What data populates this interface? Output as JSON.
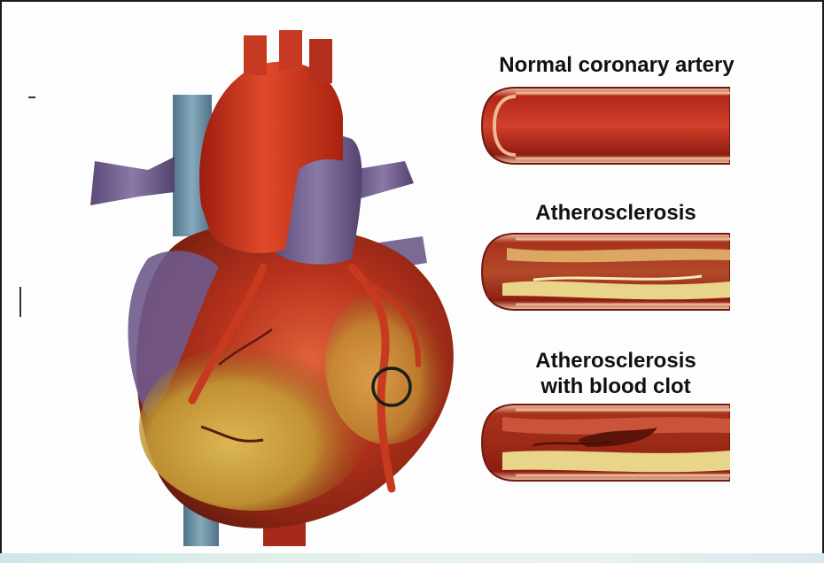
{
  "labels": {
    "normal": "Normal coronary artery",
    "athero": "Atherosclerosis",
    "athero_clot_line1": "Atherosclerosis",
    "athero_clot_line2": "with blood clot"
  },
  "colors": {
    "artery_red": "#b3261a",
    "artery_dark": "#6f1a10",
    "plaque_yellow": "#e9d58a",
    "clot_dark": "#5a1408",
    "heart_red": "#b8321d",
    "heart_yellow": "#c9a53a",
    "vein_purple": "#6e5a8c",
    "vena_blue": "#6f93a8"
  },
  "icons": {
    "heart": "heart-illustration",
    "marker": "circle-marker",
    "artery_normal": "artery-normal-icon",
    "artery_plaque": "artery-plaque-icon",
    "artery_clot": "artery-clot-icon"
  }
}
